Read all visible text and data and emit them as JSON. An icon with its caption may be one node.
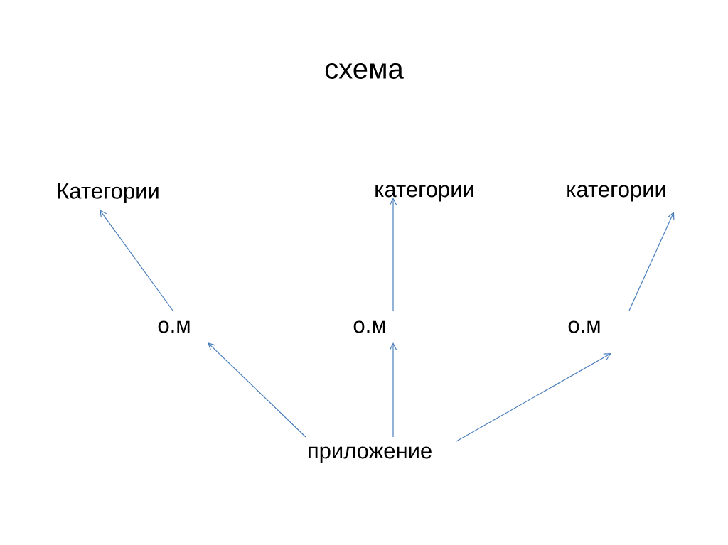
{
  "diagram": {
    "title": "схема",
    "nodes": [
      {
        "text": [
          "приложение"
        ]
      },
      {
        "text": [
          "о.м"
        ]
      },
      {
        "text": [
          "о.м"
        ]
      },
      {
        "text": [
          "о.м"
        ]
      },
      {
        "text": [
          "Категории"
        ]
      },
      {
        "text": [
          "категории"
        ]
      },
      {
        "text": [
          "категории"
        ]
      }
    ],
    "edges": [
      {
        "from": 0,
        "to": 1,
        "arrow": "to"
      },
      {
        "from": 0,
        "to": 2,
        "arrow": "to"
      },
      {
        "from": 0,
        "to": 3,
        "arrow": "to"
      },
      {
        "from": 1,
        "to": 4,
        "arrow": "to"
      },
      {
        "from": 2,
        "to": 5,
        "arrow": "to"
      },
      {
        "from": 3,
        "to": 6,
        "arrow": "to"
      }
    ]
  }
}
